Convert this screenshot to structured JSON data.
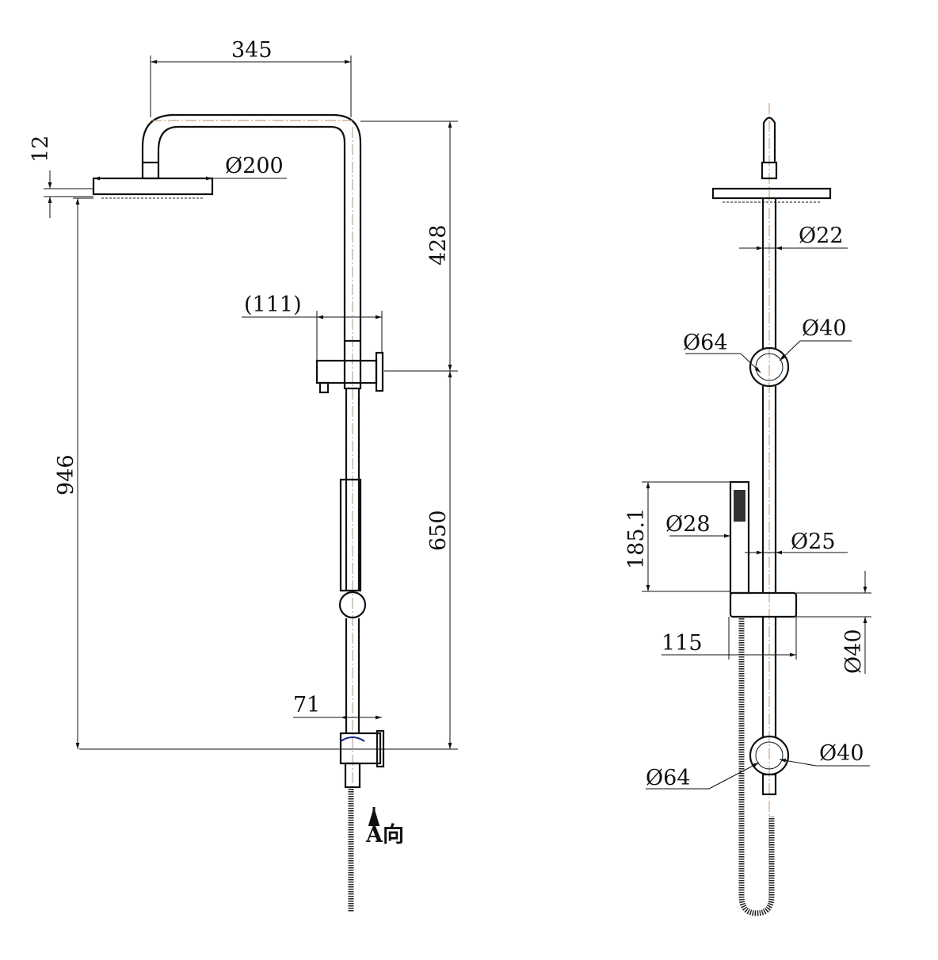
{
  "front_view": {
    "dims": {
      "arm_reach": "345",
      "head_thickness": "12",
      "head_diameter": "Ø200",
      "upper_length": "428",
      "bracket_offset": "(111)",
      "head_height": "946",
      "bracket_spacing": "650",
      "lower_bracket_offset": "71"
    },
    "view_arrow": "A向"
  },
  "side_view": {
    "dims": {
      "pipe_diameter": "Ø22",
      "upper_bracket_outer": "Ø64",
      "upper_bracket_inner": "Ø40",
      "handset_length": "185.1",
      "handset_diameter": "Ø28",
      "rail_diameter": "Ø25",
      "holder_depth": "115",
      "holder_diameter": "Ø40",
      "lower_bracket_outer": "Ø64",
      "lower_bracket_inner": "Ø40"
    }
  },
  "colors": {
    "line": "#111111",
    "centerline": "#b08a6a",
    "accent": "#1a2a8a"
  }
}
